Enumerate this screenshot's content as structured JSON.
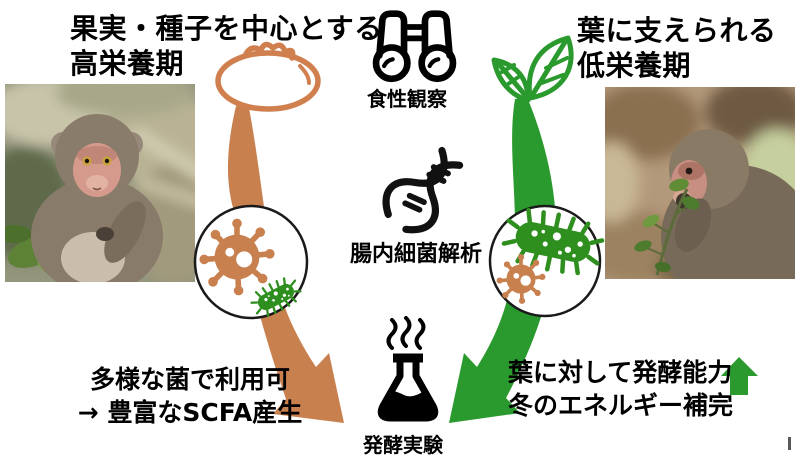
{
  "palette": {
    "orange": "#c9804f",
    "green": "#2b9a2e",
    "ink": "#000000"
  },
  "header_left": {
    "line1": "果実・種子を中心とする",
    "line2": "高栄養期"
  },
  "header_right": {
    "line1": "葉に支えられる",
    "line2": "低栄養期"
  },
  "center_methods": {
    "observation": {
      "icon": "binoculars-icon",
      "label": "食性観察"
    },
    "analysis": {
      "icon": "dna-icon",
      "label": "腸内細菌解析"
    },
    "experiment": {
      "icon": "flask-icon",
      "label": "発酵実験"
    }
  },
  "result_left": {
    "line1": "多様な菌で利用可",
    "line2": "→ 豊富なSCFA産生"
  },
  "result_right": {
    "line1": "葉に対して発酵能力",
    "line2": "冬のエネルギー補完",
    "trailing_icon": "increase-up-arrow-icon"
  },
  "photos": {
    "left": "japanese-macaque-sitting-photo",
    "right": "japanese-macaque-eating-leaves-photo"
  },
  "icons": {
    "left_food": "tomato-fruit-icon",
    "right_food": "leaves-icon",
    "left_microbes": "orange-microbe-with-small-green-bacterium",
    "right_microbes": "green-bacterium-with-small-orange-microbe"
  }
}
